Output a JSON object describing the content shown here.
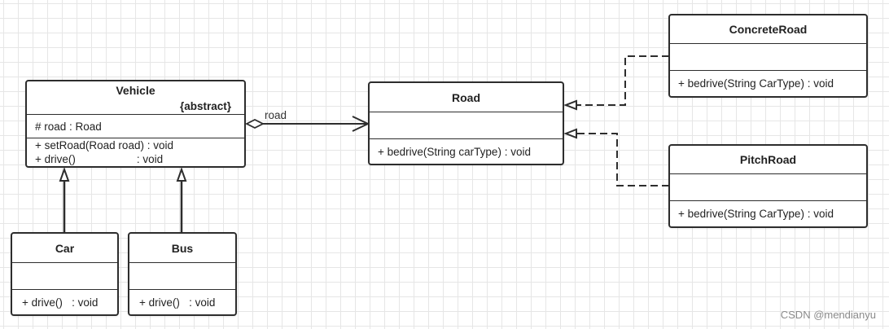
{
  "diagram": {
    "classes": {
      "vehicle": {
        "name": "Vehicle",
        "stereotype": "{abstract}",
        "attributes": [
          "# road : Road"
        ],
        "methods": [
          "+ setRoad(Road road) : void",
          "+ drive()                    : void"
        ]
      },
      "road": {
        "name": "Road",
        "methods": [
          "+ bedrive(String carType) : void"
        ]
      },
      "concrete_road": {
        "name": "ConcreteRoad",
        "methods": [
          "+ bedrive(String CarType) : void"
        ]
      },
      "pitch_road": {
        "name": "PitchRoad",
        "methods": [
          "+ bedrive(String CarType) : void"
        ]
      },
      "car": {
        "name": "Car",
        "methods": [
          "+ drive()   : void"
        ]
      },
      "bus": {
        "name": "Bus",
        "methods": [
          "+ drive()   : void"
        ]
      }
    },
    "relationships": {
      "association_label": "road"
    }
  },
  "watermark": "CSDN @mendianyu",
  "colors": {
    "stroke": "#2d2d2d",
    "grid": "#e6e6e6",
    "background": "#ffffff"
  }
}
